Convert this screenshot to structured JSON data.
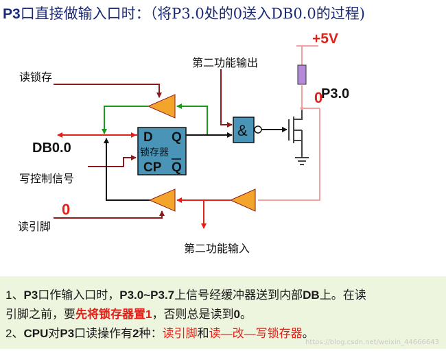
{
  "title": {
    "prefix": "P3",
    "text": "口直接做输入口时：（将P3.0处的0送入DB0.0的过程)"
  },
  "diagram": {
    "vcc": "+5V",
    "pin_name": "P3.0",
    "pin_value": "0",
    "read_latch": "读锁存",
    "alt_output": "第二功能输出",
    "db": "DB0.0",
    "write_ctrl": "写控制信号",
    "read_pin_value": "0",
    "read_pin": "读引脚",
    "alt_input": "第二功能输入",
    "latch_d": "D",
    "latch_q": "Q",
    "latch_name": "锁存器",
    "latch_cp": "CP",
    "latch_qbar": "Q",
    "nand": "&"
  },
  "notes": {
    "l1a": "1、",
    "l1b": "P3",
    "l1c": "口作输入口时，",
    "l1d": "P3.0~P3.7",
    "l1e": "上信号经缓冲器送到内部",
    "l1f": "DB",
    "l1g": "上。在读",
    "l2a": "引脚之前，要",
    "l2b": "先将锁存器置1",
    "l2c": "，否则总是读到",
    "l2d": "0",
    "l2e": "。",
    "l3a": "2、",
    "l3b": "CPU",
    "l3c": "对",
    "l3d": "P3",
    "l3e": "口读操作有",
    "l3f": "2",
    "l3g": "种：",
    "l3h": "读引脚",
    "l3i": "和",
    "l3j": "读—改—写锁存器",
    "l3k": "。"
  },
  "watermark": "https://blog.csdn.net/weixin_44666643",
  "colors": {
    "title": "#1b2a78",
    "wire_dark": "#8b1a1a",
    "wire_green": "#1a9a1a",
    "wire_pink": "#f3a0a0",
    "buffer": "#f2a52a",
    "latch": "#4a94b8",
    "resistor": "#b48ad9",
    "red": "#e0211a",
    "note_bg": "#eef5df"
  }
}
